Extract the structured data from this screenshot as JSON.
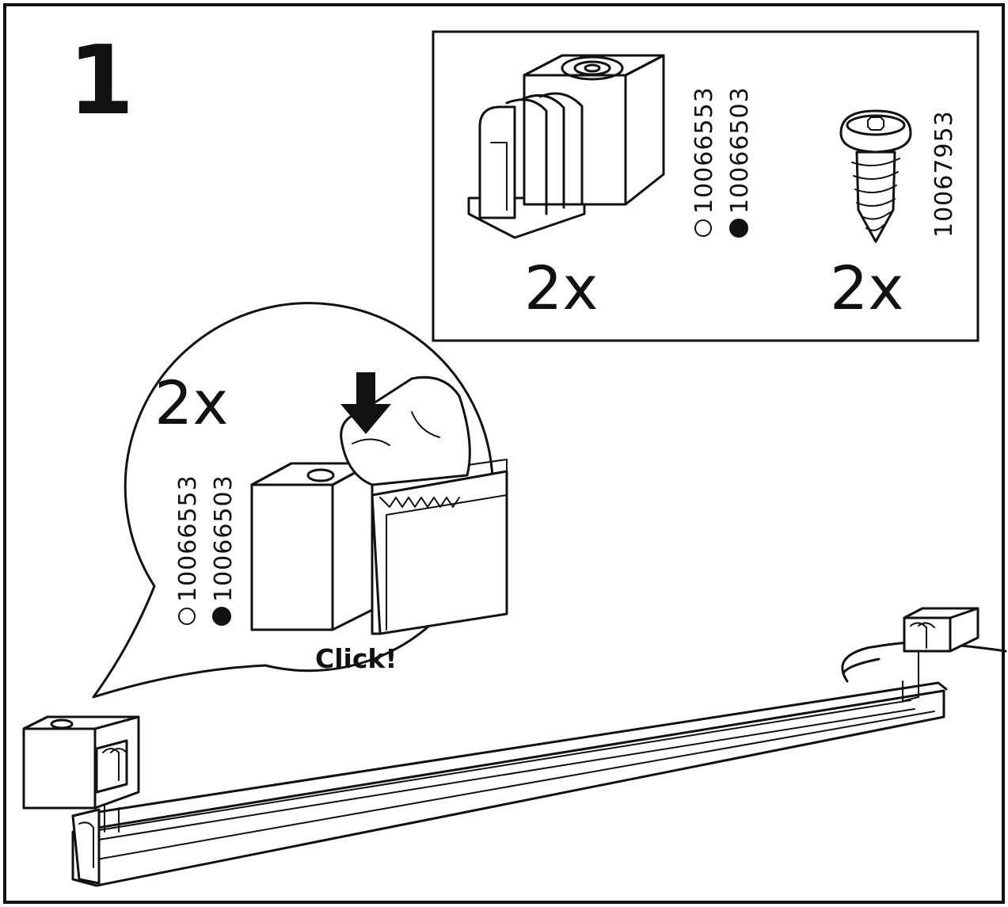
{
  "step": {
    "number": "1"
  },
  "parts_box": {
    "bracket": {
      "quantity": "2x",
      "part_numbers": [
        "10066553",
        "10066503"
      ]
    },
    "screw": {
      "quantity": "2x",
      "part_number": "10067953"
    }
  },
  "callout": {
    "quantity": "2x",
    "part_numbers": [
      "10066553",
      "10066503"
    ],
    "action_text": "Click!"
  },
  "icons": {
    "open_circle": "variant-white-icon",
    "filled_circle": "variant-black-icon",
    "arrow": "press-down-arrow-icon"
  }
}
